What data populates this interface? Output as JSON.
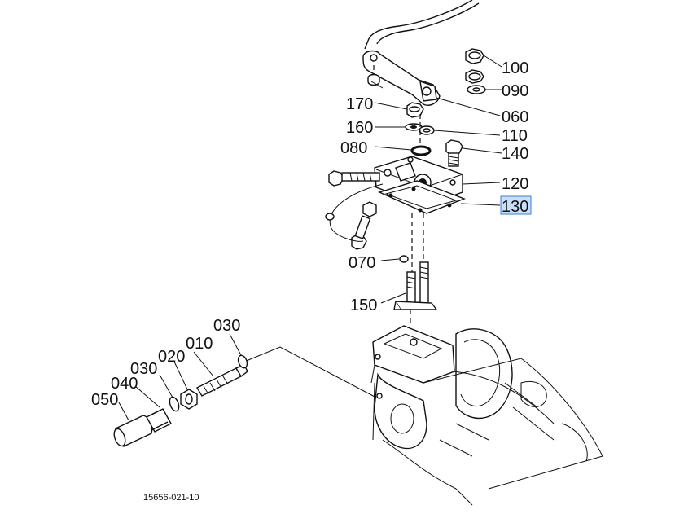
{
  "labels": {
    "p100": "100",
    "p090": "090",
    "p170": "170",
    "p060": "060",
    "p160": "160",
    "p110": "110",
    "p080": "080",
    "p140": "140",
    "p120": "120",
    "p130": "130",
    "p070": "070",
    "p150": "150",
    "p030a": "030",
    "p010": "010",
    "p020": "020",
    "p030b": "030",
    "p040": "040",
    "p050": "050"
  },
  "figure_number": "15656-021-10",
  "highlighted_label": "130",
  "colors": {
    "highlight_fill": "#c9defa",
    "highlight_stroke": "#3b7dd8",
    "ink": "#111111"
  }
}
